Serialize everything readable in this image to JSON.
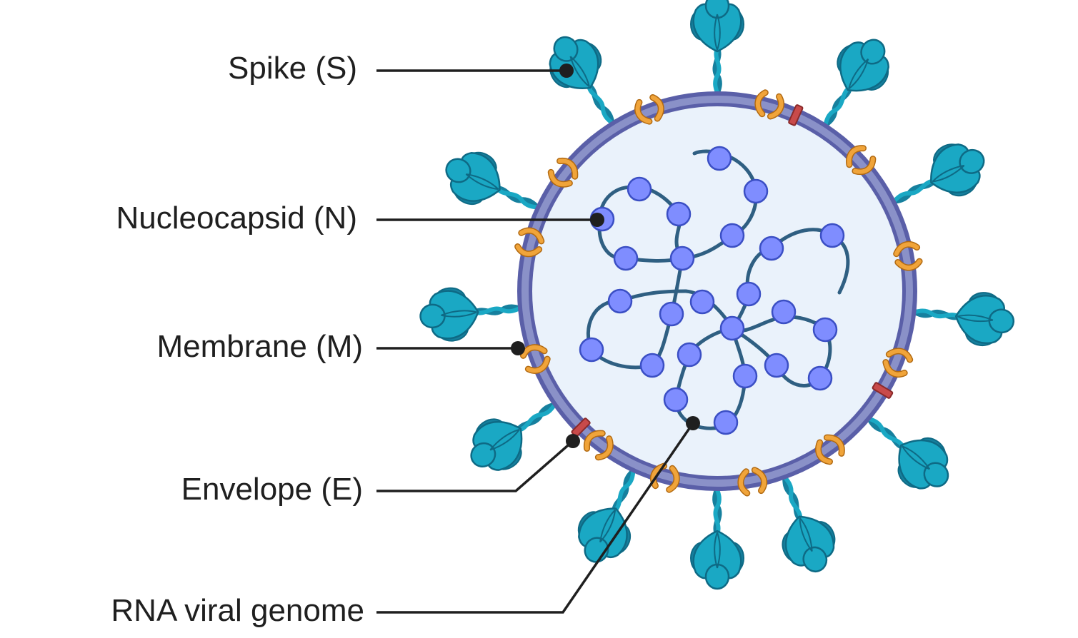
{
  "labels": {
    "spike": "Spike (S)",
    "nucleocapsid": "Nucleocapsid (N)",
    "membrane": "Membrane (M)",
    "envelope": "Envelope (E)",
    "rna": "RNA viral genome"
  },
  "colors": {
    "spike": "#1aa8c4",
    "spike_dark": "#16809e",
    "membrane_ring": "#6a6fb4",
    "membrane_ring_inner": "#8a91c8",
    "interior": "#eaf2fb",
    "m_protein": "#f0a43a",
    "e_protein": "#c84a4a",
    "n_bead": "#7f8dff",
    "rna_strand": "#2f5f82",
    "line": "#1f1f1f"
  }
}
